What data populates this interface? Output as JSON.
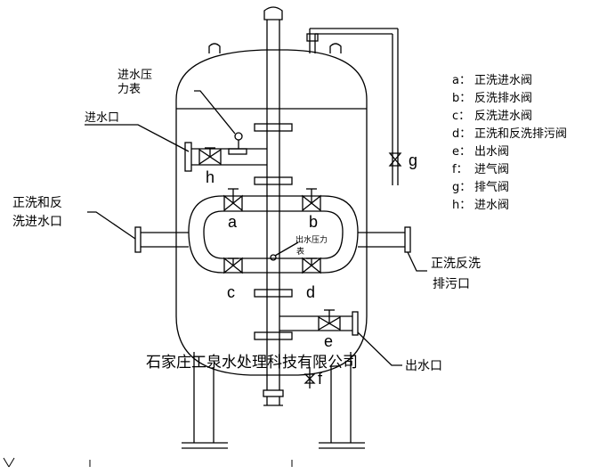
{
  "labels": {
    "inlet_pressure_gauge_line1": "进水压",
    "inlet_pressure_gauge_line2": "力表",
    "inlet": "进水口",
    "forward_back_inlet_line1": "正洗和反",
    "forward_back_inlet_line2": "洗进水口",
    "outlet_pressure_gauge_line1": "出水压力",
    "outlet_pressure_gauge_line2": "表",
    "forward_back_drain_line1": "正洗反洗",
    "forward_back_drain_line2": "排污口",
    "outlet": "出水口",
    "company": "石家庄工泉水处理科技有限公司"
  },
  "valve_letters": {
    "a": "a",
    "b": "b",
    "c": "c",
    "d": "d",
    "e": "e",
    "f": "f",
    "g": "g",
    "h": "h"
  },
  "legend": [
    {
      "key": "a：",
      "text": "正洗进水阀"
    },
    {
      "key": "b：",
      "text": "反洗排水阀"
    },
    {
      "key": "c：",
      "text": "反洗进水阀"
    },
    {
      "key": "d：",
      "text": "正洗和反洗排污阀"
    },
    {
      "key": "e：",
      "text": "出水阀"
    },
    {
      "key": "f：",
      "text": "进气阀"
    },
    {
      "key": "g：",
      "text": "排气阀"
    },
    {
      "key": "h：",
      "text": "进水阀"
    }
  ],
  "colors": {
    "line": "#000000",
    "company_text": "#000000"
  }
}
